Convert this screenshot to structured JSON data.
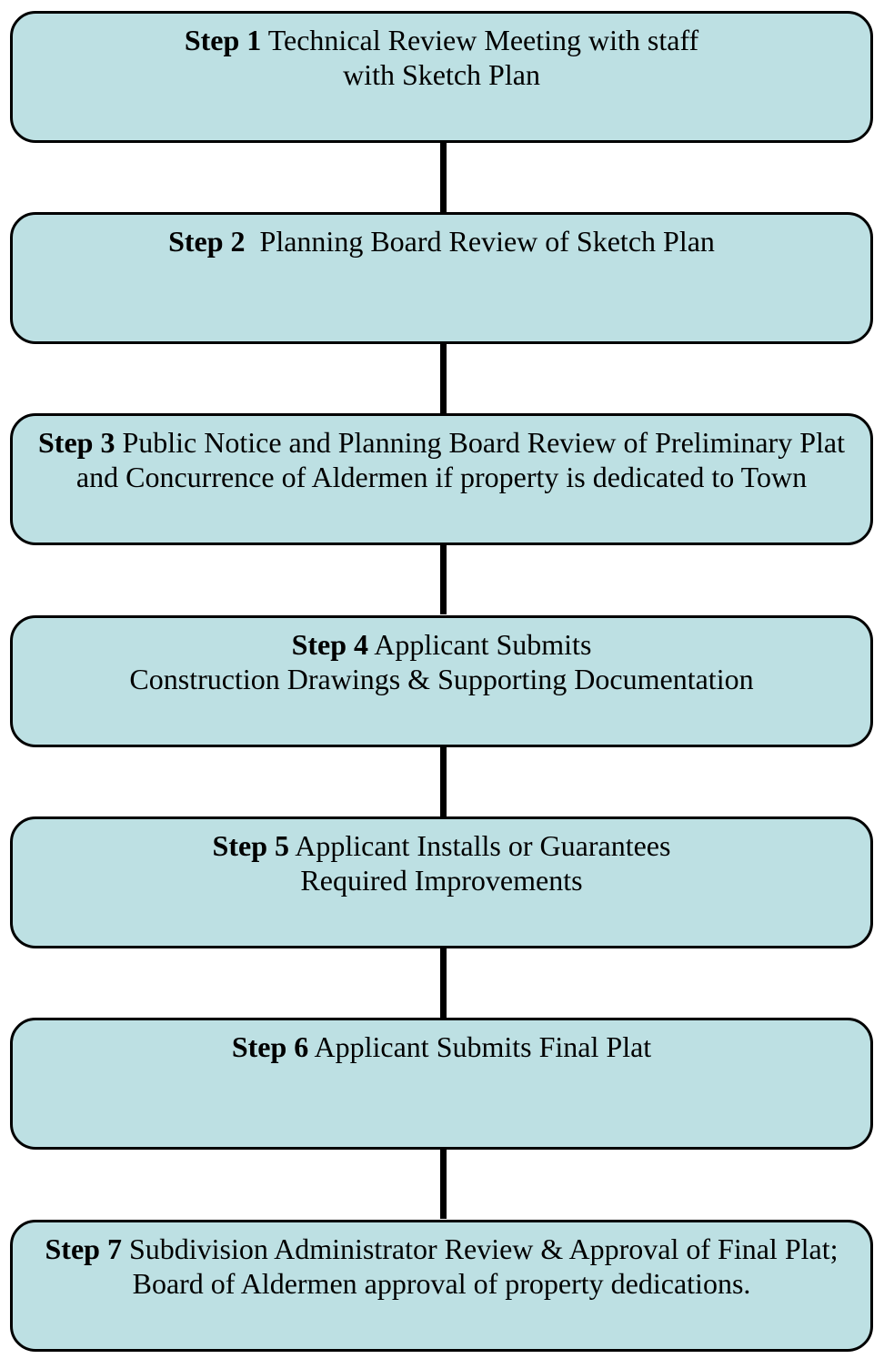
{
  "colors": {
    "box_fill": "#bde0e3",
    "border": "#000000",
    "connector": "#000000"
  },
  "steps": [
    {
      "label": "Step 1",
      "line1": "Technical Review Meeting with staff",
      "line2": "with Sketch Plan"
    },
    {
      "label": "Step 2",
      "line1": " Planning Board Review of Sketch Plan",
      "line2": ""
    },
    {
      "label": "Step 3",
      "line1": "Public Notice and Planning Board Review of Preliminary Plat",
      "line2": "and Concurrence of Aldermen if property is dedicated to Town"
    },
    {
      "label": "Step 4",
      "line1": "Applicant Submits",
      "line2": "Construction Drawings & Supporting Documentation"
    },
    {
      "label": "Step 5",
      "line1": "Applicant Installs or Guarantees",
      "line2": "Required Improvements"
    },
    {
      "label": "Step 6",
      "line1": "Applicant Submits Final Plat",
      "line2": ""
    },
    {
      "label": "Step 7",
      "line1": "Subdivision Administrator Review & Approval of Final Plat;",
      "line2": "Board of Aldermen approval of property dedications."
    }
  ]
}
